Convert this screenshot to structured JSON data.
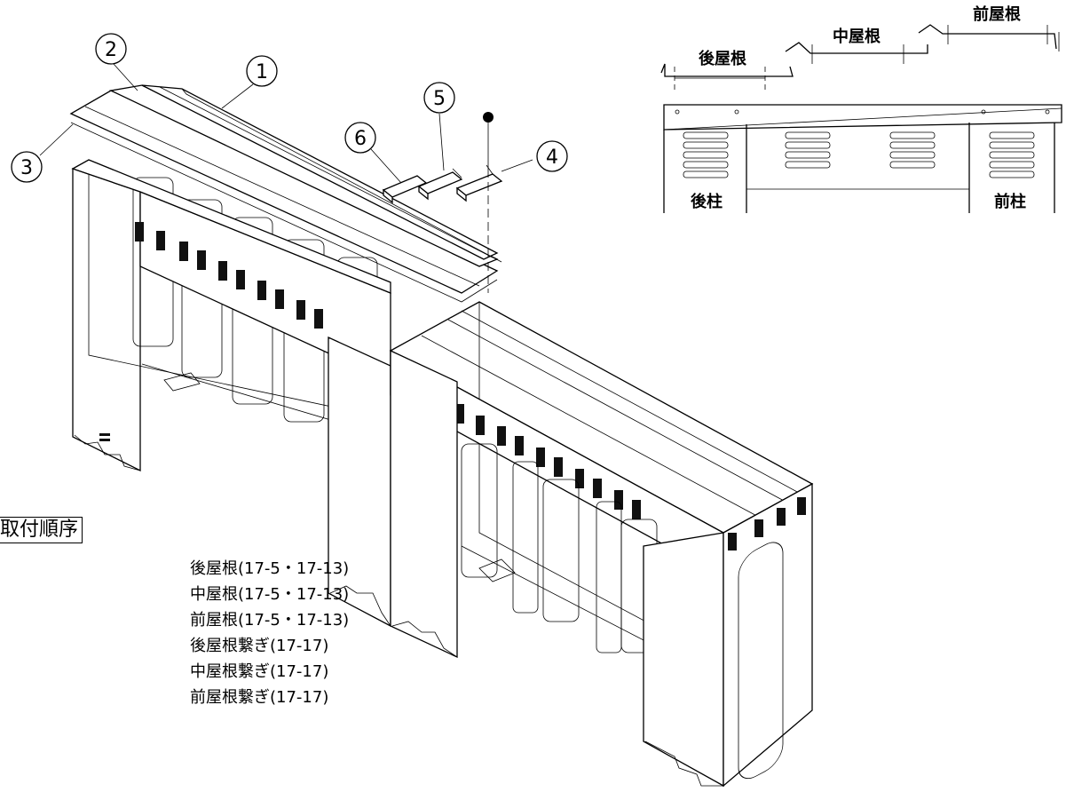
{
  "callouts": {
    "c1": "1",
    "c2": "2",
    "c3": "3",
    "c4": "4",
    "c5": "5",
    "c6": "6"
  },
  "inset": {
    "rear_roof": "後屋根",
    "mid_roof": "中屋根",
    "front_roof": "前屋根",
    "rear_pillar": "後柱",
    "front_pillar": "前柱"
  },
  "order": {
    "title": "取付順序",
    "items": [
      "後屋根(17-5・17-13)",
      "中屋根(17-5・17-13)",
      "前屋根(17-5・17-13)",
      "後屋根繋ぎ(17-17)",
      "中屋根繋ぎ(17-17)",
      "前屋根繋ぎ(17-17)"
    ]
  }
}
